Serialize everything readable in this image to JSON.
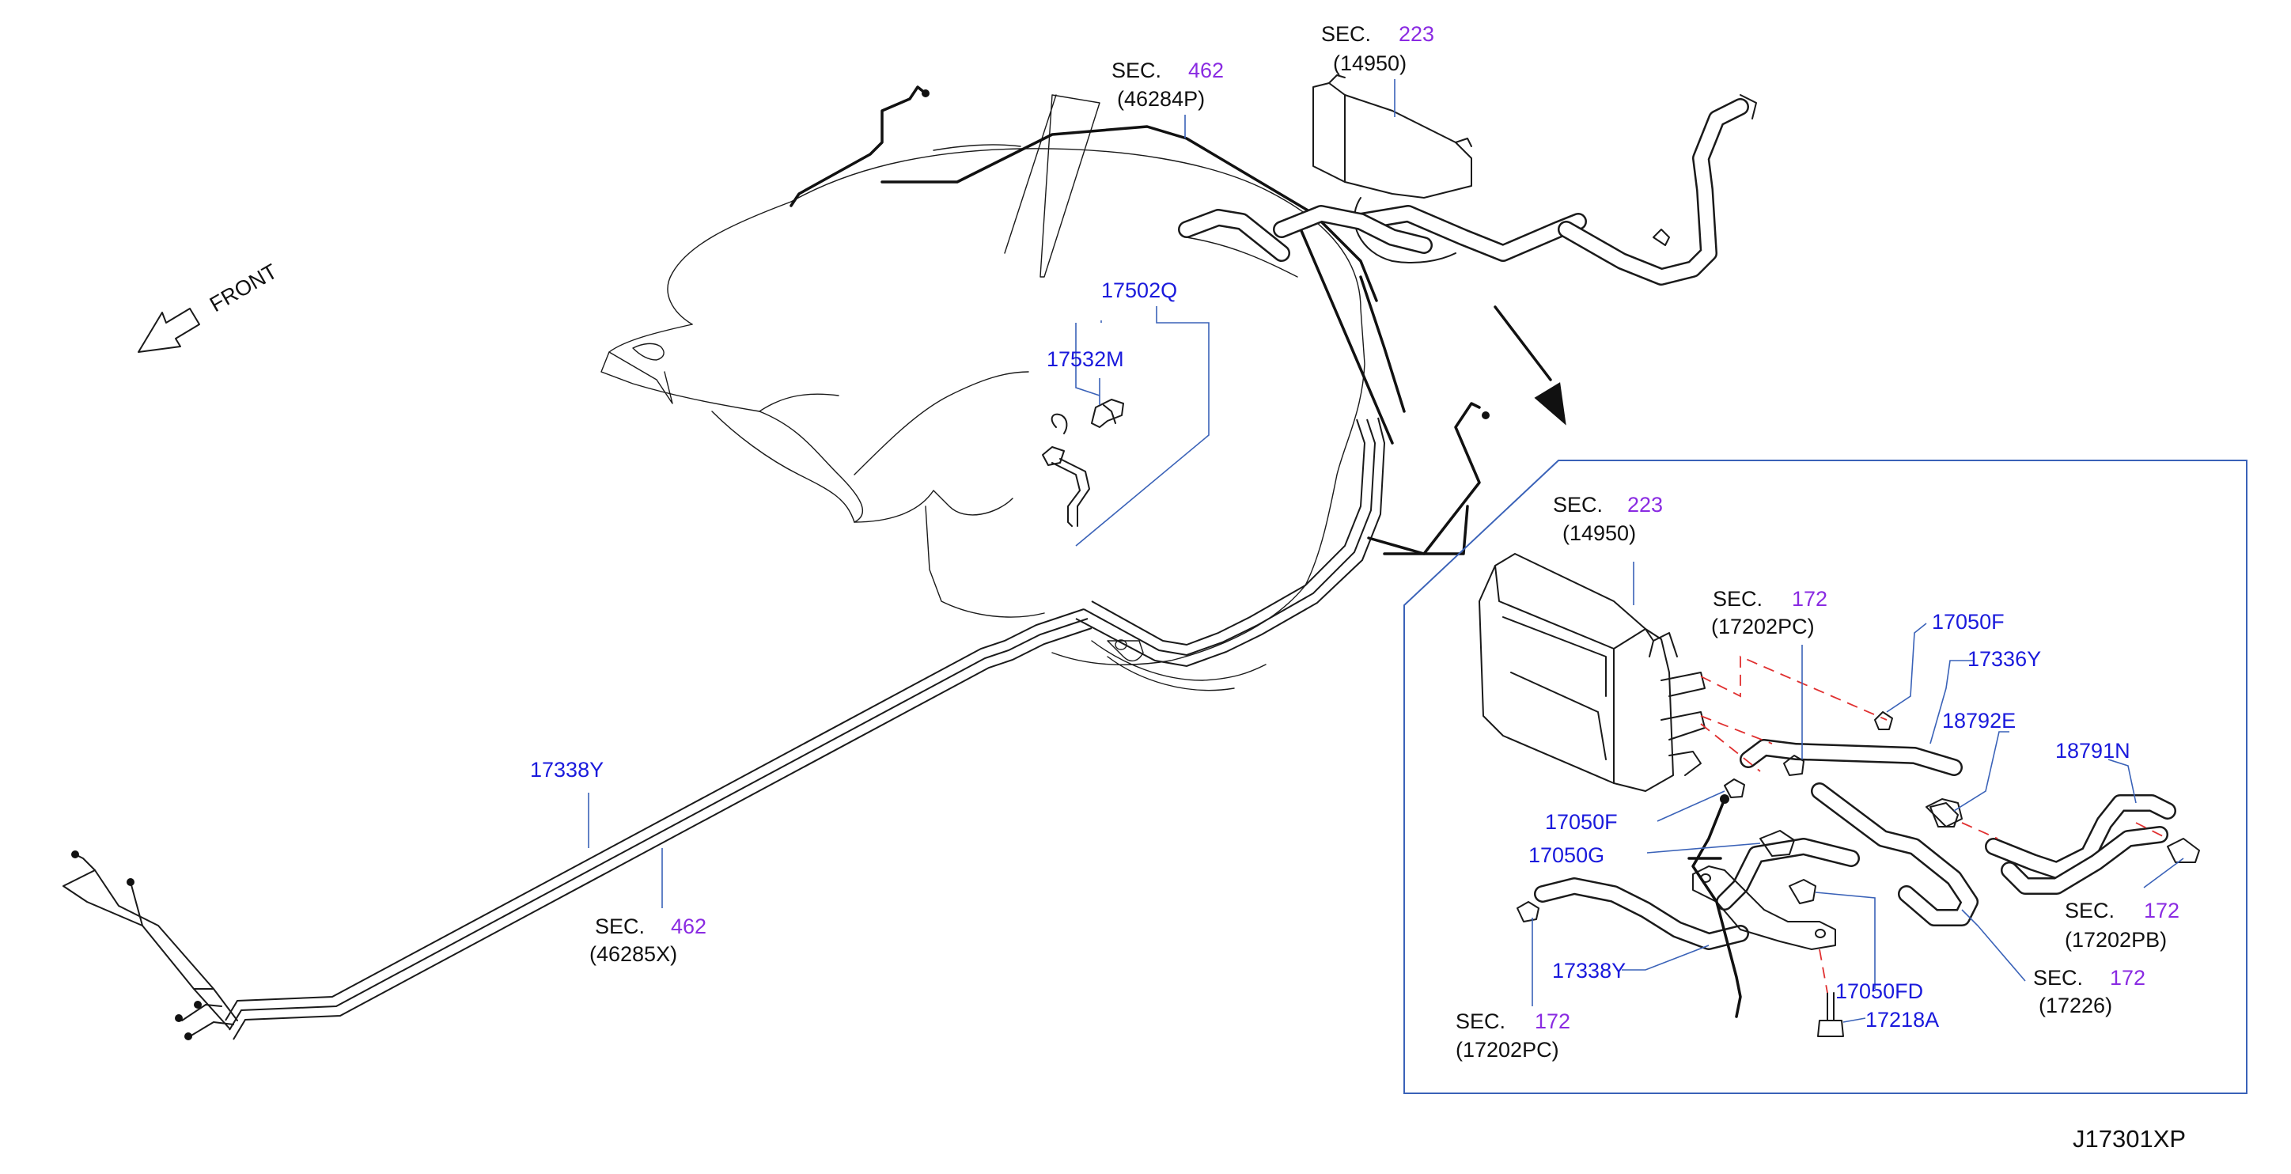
{
  "labels": {
    "sec223_top": {
      "sec": "SEC.",
      "num": "223",
      "code": "(14950)"
    },
    "sec462_top": {
      "sec": "SEC.",
      "num": "462",
      "code": "(46284P)"
    },
    "part_17502Q": "17502Q",
    "part_17532M": "17532M",
    "front": "FRONT",
    "part_17338Y_left": "17338Y",
    "sec462_bottom": {
      "sec": "SEC.",
      "num": "462",
      "code": "(46285X)"
    },
    "detail": {
      "sec223": {
        "sec": "SEC.",
        "num": "223",
        "code": "(14950)"
      },
      "sec172_pc_top": {
        "sec": "SEC.",
        "num": "172",
        "code": "(17202PC)"
      },
      "part_17050F_top": "17050F",
      "part_17336Y": "17336Y",
      "part_18792E": "18792E",
      "part_18791N": "18791N",
      "part_17050F_mid": "17050F",
      "part_17050G": "17050G",
      "sec172_pb": {
        "sec": "SEC.",
        "num": "172",
        "code": "(17202PB)"
      },
      "part_17338Y": "17338Y",
      "part_17050FD": "17050FD",
      "sec172_17226": {
        "sec": "SEC.",
        "num": "172",
        "code": "(17226)"
      },
      "part_17218A": "17218A",
      "sec172_pc_bottom": {
        "sec": "SEC.",
        "num": "172",
        "code": "(17202PC)"
      }
    }
  },
  "diagram_code": "J17301XP",
  "colors": {
    "part_number": "#1a1adc",
    "section_ref": "#8a2be2",
    "leader": "#3a62b8",
    "connection": "#e03030",
    "ink": "#1a1a1a"
  }
}
